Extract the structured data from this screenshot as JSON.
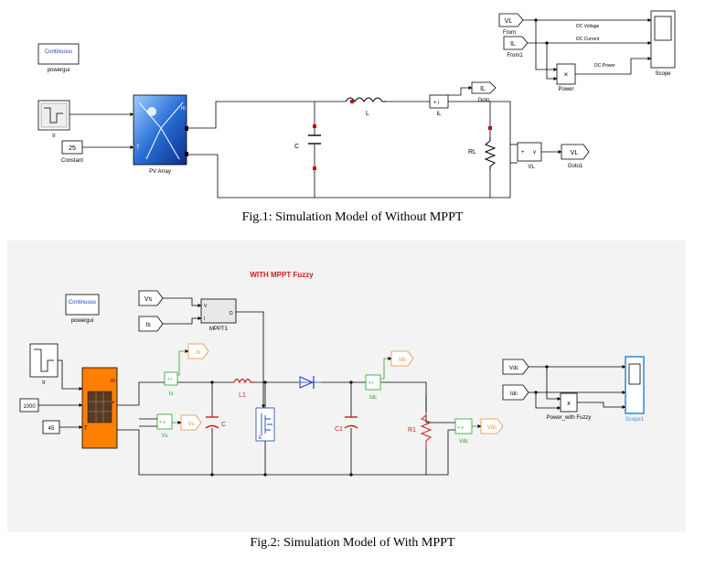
{
  "fig1": {
    "caption": "Fig.1: Simulation Model of Without MPPT",
    "powergui": {
      "block": "Continuous",
      "label": "powergui"
    },
    "irradiance": {
      "label": "Ir"
    },
    "constant": {
      "value": "25",
      "label": "Constant"
    },
    "pv_array": {
      "label": "PV Array",
      "port_m": "m",
      "port_T": "T"
    },
    "inductor": {
      "label": "L"
    },
    "capacitor": {
      "label": "C"
    },
    "resistor": {
      "label": "RL"
    },
    "current_meas": {
      "label": "IL"
    },
    "goto_il": {
      "tag": "IL",
      "label": "Goto"
    },
    "voltage_meas": {
      "label": "VL",
      "plus": "+",
      "v": "v"
    },
    "goto_vl": {
      "tag": "VL",
      "label": "Goto1"
    },
    "from_vl": {
      "tag": "VL",
      "label": "From"
    },
    "from_il": {
      "tag": "IL",
      "label": "From1"
    },
    "product": {
      "symbol": "×",
      "label": "Power"
    },
    "scope": {
      "label": "Scope"
    },
    "signals": {
      "voltage": "DC Voltage",
      "current": "DC Current",
      "power": "DC Power"
    }
  },
  "fig2": {
    "caption": "Fig.2: Simulation Model of With MPPT",
    "title": "WITH MPPT Fuzzy",
    "powergui": {
      "block": "Continuous",
      "label": "powergui"
    },
    "irradiance": {
      "label": "Ir"
    },
    "const_1000": {
      "value": "1000"
    },
    "const_45": {
      "value": "45"
    },
    "pv_ports": {
      "m": "m",
      "plus": "+",
      "T": "T"
    },
    "from_vs": {
      "tag": "Vs"
    },
    "from_is": {
      "tag": "Is"
    },
    "mppt": {
      "label": "MPPT1",
      "in_v": "V",
      "in_i": "I",
      "out_d": "D"
    },
    "is_meas": {
      "label": "Is",
      "goto": "Is"
    },
    "vs_meas": {
      "label": "Vs",
      "goto": "Vs"
    },
    "l1": {
      "label": "L1"
    },
    "c": {
      "label": "C"
    },
    "c1": {
      "label": "C1"
    },
    "r1": {
      "label": "R1"
    },
    "idc_meas": {
      "label": "Idc",
      "goto": "Idc"
    },
    "vdc_meas": {
      "label": "Vdc",
      "goto": "Vdc"
    },
    "from_vdc": {
      "tag": "Vdc"
    },
    "from_idc": {
      "tag": "Idc"
    },
    "product": {
      "symbol": "x",
      "label": "Power_with Fuzzy"
    },
    "scope": {
      "label": "Scope1"
    }
  },
  "colors": {
    "title_red": "#cc1f1f",
    "pv_orange": "#ff7f00",
    "goto_orange": "#e88f3a",
    "meas_green": "#2ca02c",
    "mosfet_blue": "#1f3fbf",
    "scope_blue": "#3a8fd6",
    "fig2_bg": "#f3f3f3"
  }
}
